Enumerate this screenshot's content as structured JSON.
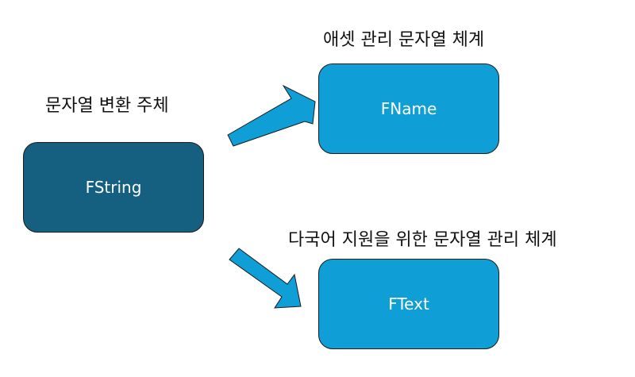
{
  "colors": {
    "source_box": "#155f80",
    "target_box": "#0f9ed6",
    "arrow": "#0f9ed6",
    "outline": "#1b1b1b"
  },
  "source": {
    "caption": "문자열 변환 주체",
    "label": "FString"
  },
  "targets": [
    {
      "caption": "애셋 관리 문자열 체계",
      "label": "FName"
    },
    {
      "caption": "다국어 지원을 위한 문자열 관리 체계",
      "label": "FText"
    }
  ]
}
